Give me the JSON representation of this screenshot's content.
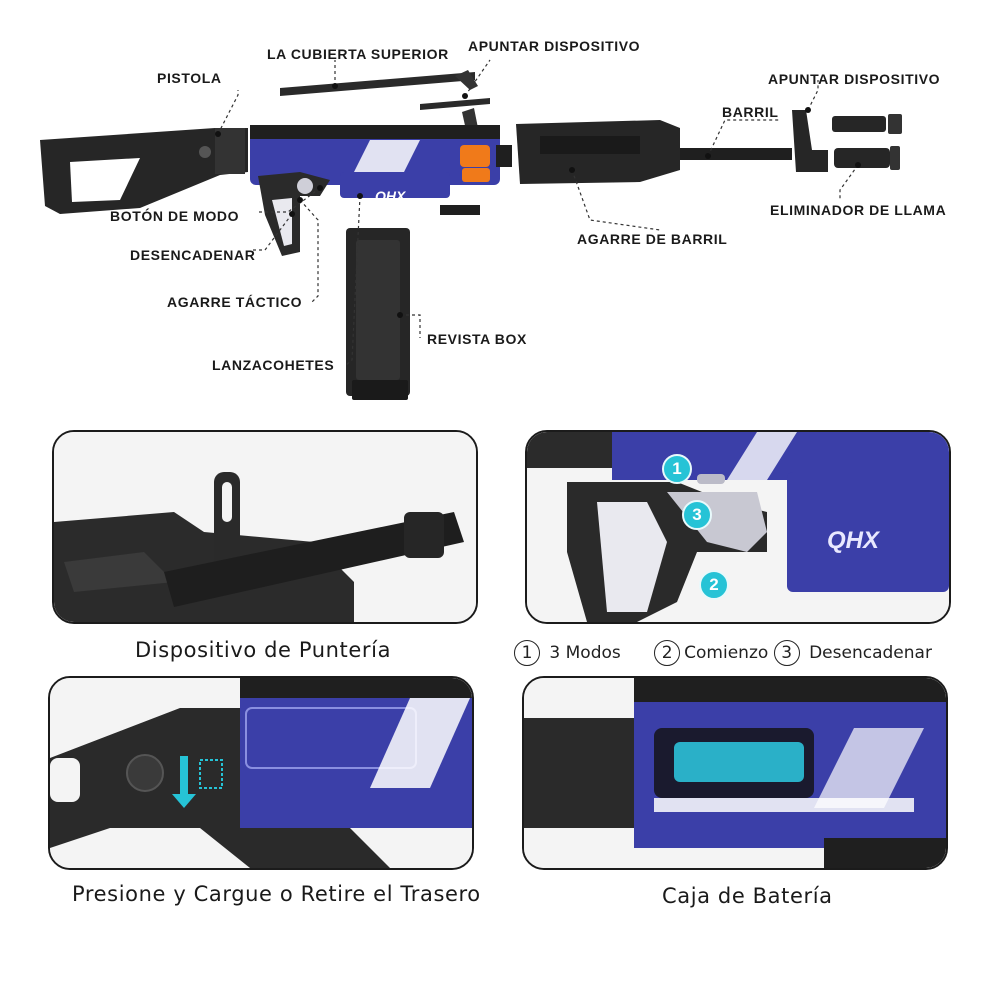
{
  "labels": {
    "top_cover": "LA CUBIERTA SUPERIOR",
    "sight_top": "APUNTAR DISPOSITIVO",
    "stock": "PISTOLA",
    "sight_right": "APUNTAR DISPOSITIVO",
    "barrel": "BARRIL",
    "mode_button": "BOTÓN DE MODO",
    "trigger": "DESENCADENAR",
    "tactical_grip": "AGARRE TÁCTICO",
    "launcher": "LANZACOHETES",
    "box_magazine": "REVISTA BOX",
    "barrel_grip": "AGARRE DE BARRIL",
    "flash_hider": "ELIMINADOR DE LLAMA"
  },
  "brand": "QHX",
  "panels": {
    "sight_caption": "Dispositivo de Puntería",
    "stock_caption": "Presione y Cargue o Retire el Trasero",
    "battery_caption": "Caja de Batería"
  },
  "legend": {
    "n1": "1",
    "t1": "3 Modos",
    "n2": "2",
    "t2": "Comienzo",
    "n3": "3",
    "t3": "Desencadenar"
  },
  "callouts": {
    "c1": "1",
    "c2": "2",
    "c3": "3"
  },
  "colors": {
    "blue": "#3b3fa8",
    "dark": "#1f1f1f",
    "orange": "#f07a1a",
    "cyan": "#26c3d6"
  }
}
